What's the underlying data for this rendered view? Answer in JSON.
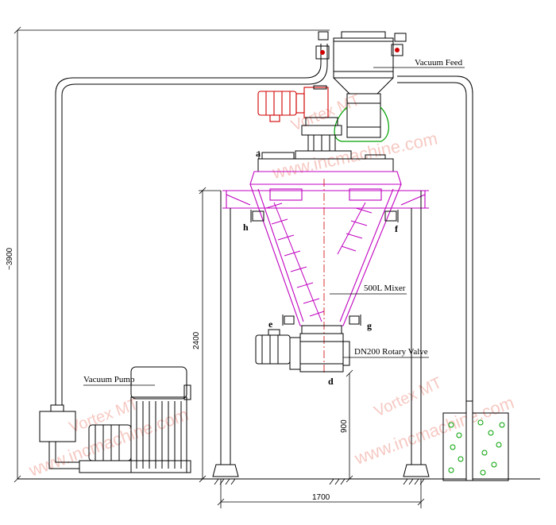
{
  "labels": {
    "vacuum_feed": "Vacuum Feed",
    "mixer": "500L Mixer",
    "rotary_valve": "DN200 Rotary Valve",
    "vacuum_pump": "Vacuum Pump"
  },
  "dimensions": {
    "total_height": "~3900",
    "frame_height": "2400",
    "outlet_height": "900",
    "frame_width": "1700"
  },
  "letters": {
    "a": "a",
    "h": "h",
    "f": "f",
    "e": "e",
    "g": "g",
    "d": "d"
  },
  "watermarks": {
    "brand": "Vortex MT",
    "site": "www.incmachine.com"
  },
  "colors": {
    "line": "#000000",
    "magenta": "#c000c0",
    "red": "#d00000",
    "green": "#00a000",
    "watermark": "#f4b8b0"
  }
}
